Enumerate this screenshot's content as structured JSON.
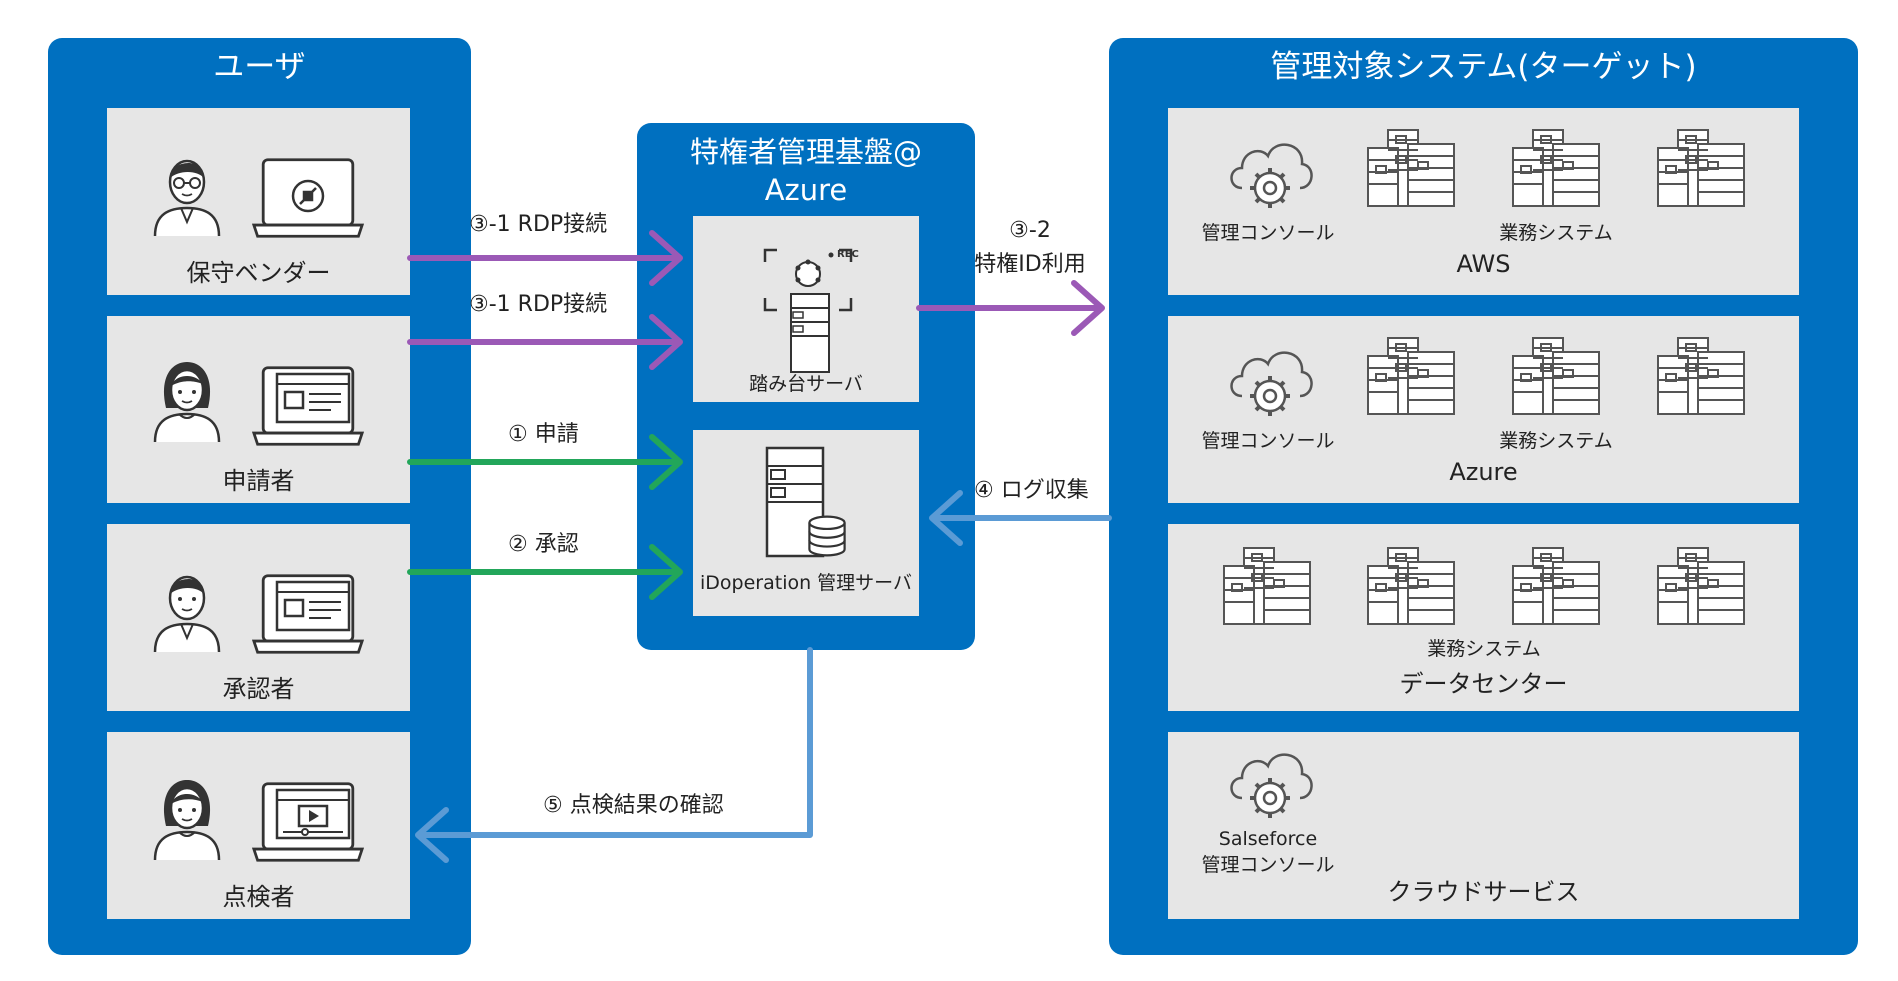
{
  "user_panel": {
    "title": "ユーザ",
    "cards": [
      {
        "label": "保守ベンダー",
        "device": "remote-desktop-icon"
      },
      {
        "label": "申請者",
        "device": "browser-window-icon"
      },
      {
        "label": "承認者",
        "device": "browser-window-icon"
      },
      {
        "label": "点検者",
        "device": "video-player-icon"
      }
    ]
  },
  "platform": {
    "title_line1": "特権者管理基盤@",
    "title_line2": "Azure",
    "jump_server": {
      "label": "踏み台サーバ",
      "rec": "REC"
    },
    "mgmt_server": {
      "label": "iDoperation 管理サーバ"
    }
  },
  "target_panel": {
    "title": "管理対象システム(ターゲット)",
    "sections": [
      {
        "name": "AWS",
        "console_label": "管理コンソール",
        "business_label": "業務システム"
      },
      {
        "name": "Azure",
        "console_label": "管理コンソール",
        "business_label": "業務システム"
      },
      {
        "name": "データセンター",
        "business_label": "業務システム"
      },
      {
        "name": "クラウドサービス",
        "console_label_1": "Salseforce",
        "console_label_2": "管理コンソール"
      }
    ]
  },
  "flows": {
    "rdp1": "③-1 RDP接続",
    "rdp2": "③-1 RDP接続",
    "priv_line1": "③-2",
    "priv_line2": "特権ID利用",
    "apply": "① 申請",
    "approve": "② 承認",
    "log": "④ ログ収集",
    "check": "⑤ 点検結果の確認"
  },
  "colors": {
    "panel_blue": "#0070c0",
    "card_gray": "#e6e6e6",
    "rdp_purple": "#9b59b6",
    "workflow_green": "#22a65a",
    "log_blue": "#5b9bd5"
  }
}
